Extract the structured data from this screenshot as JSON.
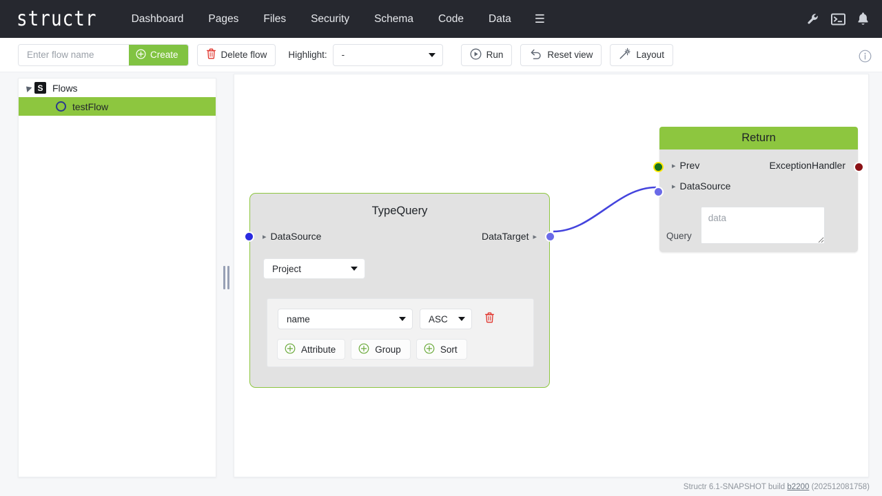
{
  "app": {
    "logo": "structr",
    "nav_items": [
      {
        "label": "Dashboard"
      },
      {
        "label": "Pages"
      },
      {
        "label": "Files"
      },
      {
        "label": "Security"
      },
      {
        "label": "Schema"
      },
      {
        "label": "Code"
      },
      {
        "label": "Data"
      }
    ],
    "burger": "☰",
    "right_icons": [
      {
        "name": "wrench-icon"
      },
      {
        "name": "console-icon"
      },
      {
        "name": "bell-icon"
      }
    ]
  },
  "toolbar": {
    "flow_name_value": "",
    "flow_name_placeholder": "Enter flow name",
    "create_label": "Create",
    "delete_label": "Delete flow",
    "highlight_label": "Highlight:",
    "highlight_value": "-",
    "run_label": "Run",
    "reset_label": "Reset view",
    "layout_label": "Layout",
    "accent_green": "#81c342",
    "accent_red": "#e0342c"
  },
  "sidebar": {
    "tree": [
      {
        "label": "Flows",
        "icon": "structr-s-icon",
        "expanded": true,
        "selected": false
      },
      {
        "label": "testFlow",
        "icon": "flow-circle-icon",
        "expanded": false,
        "selected": true
      }
    ]
  },
  "canvas": {
    "nodes": [
      {
        "id": "typequery",
        "title": "TypeQuery",
        "type_select_value": "Project",
        "ports": [
          {
            "name": "DataSource",
            "side": "left",
            "color": "#2b2be0"
          },
          {
            "name": "DataTarget",
            "side": "right",
            "color": "#6a6ae8"
          }
        ],
        "sort_row": {
          "attribute_value": "name",
          "direction_value": "ASC",
          "delete_icon": "trash-icon"
        },
        "add_buttons": [
          {
            "label": "Attribute"
          },
          {
            "label": "Group"
          },
          {
            "label": "Sort"
          }
        ]
      },
      {
        "id": "return",
        "title": "Return",
        "ports": [
          {
            "name": "Prev",
            "side": "left",
            "color": "#17721f",
            "ring": "#ffe800"
          },
          {
            "name": "DataSource",
            "side": "left",
            "color": "#6a6ae8"
          },
          {
            "name": "ExceptionHandler",
            "side": "right",
            "color": "#8b1216"
          }
        ],
        "query_label": "Query",
        "query_value": "",
        "query_placeholder": "data"
      }
    ],
    "edge_color": "#4444dd"
  },
  "footer": {
    "text_before": "Structr 6.1-SNAPSHOT build ",
    "build_link": "b2200",
    "text_after": " (202512081758)"
  }
}
